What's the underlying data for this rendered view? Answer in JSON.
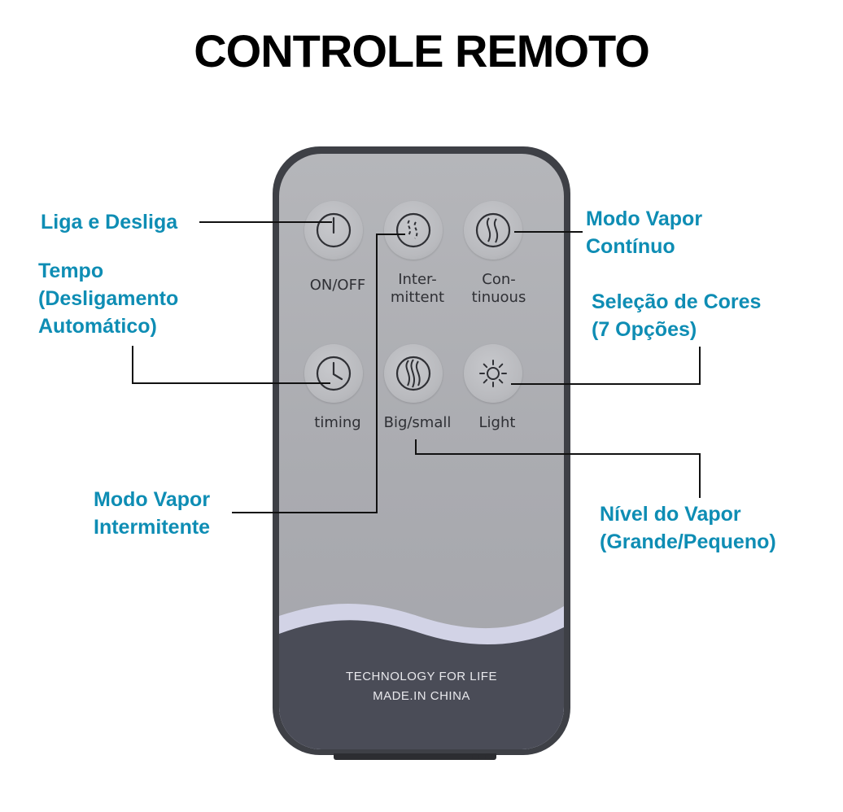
{
  "title": "CONTROLE REMOTO",
  "remote": {
    "buttons": {
      "on_off": {
        "label": "ON/OFF",
        "icon": "power-icon"
      },
      "intermittent": {
        "label": "Inter-\nmittent",
        "icon": "vapor-intermittent-icon"
      },
      "continuous": {
        "label": "Con-\ntinuous",
        "icon": "vapor-continuous-icon"
      },
      "timing": {
        "label": "timing",
        "icon": "clock-icon"
      },
      "big_small": {
        "label": "Big/small",
        "icon": "vapor-level-icon"
      },
      "light": {
        "label": "Light",
        "icon": "sun-icon"
      }
    },
    "footer": {
      "line1": "TECHNOLOGY FOR LIFE",
      "line2": "MADE.IN CHINA"
    }
  },
  "callouts": {
    "liga": "Liga e Desliga",
    "tempo": "Tempo\n(Desligamento\nAutomático)",
    "intermitente": "Modo Vapor\nIntermitente",
    "continuo": "Modo Vapor\nContínuo",
    "cores": "Seleção de Cores\n(7 Opções)",
    "nivel": "Nível do Vapor\n(Grande/Pequeno)"
  },
  "colors": {
    "callout_text": "#0e8db4",
    "remote_body": "#3e4046",
    "remote_face": "#aaabb0"
  }
}
